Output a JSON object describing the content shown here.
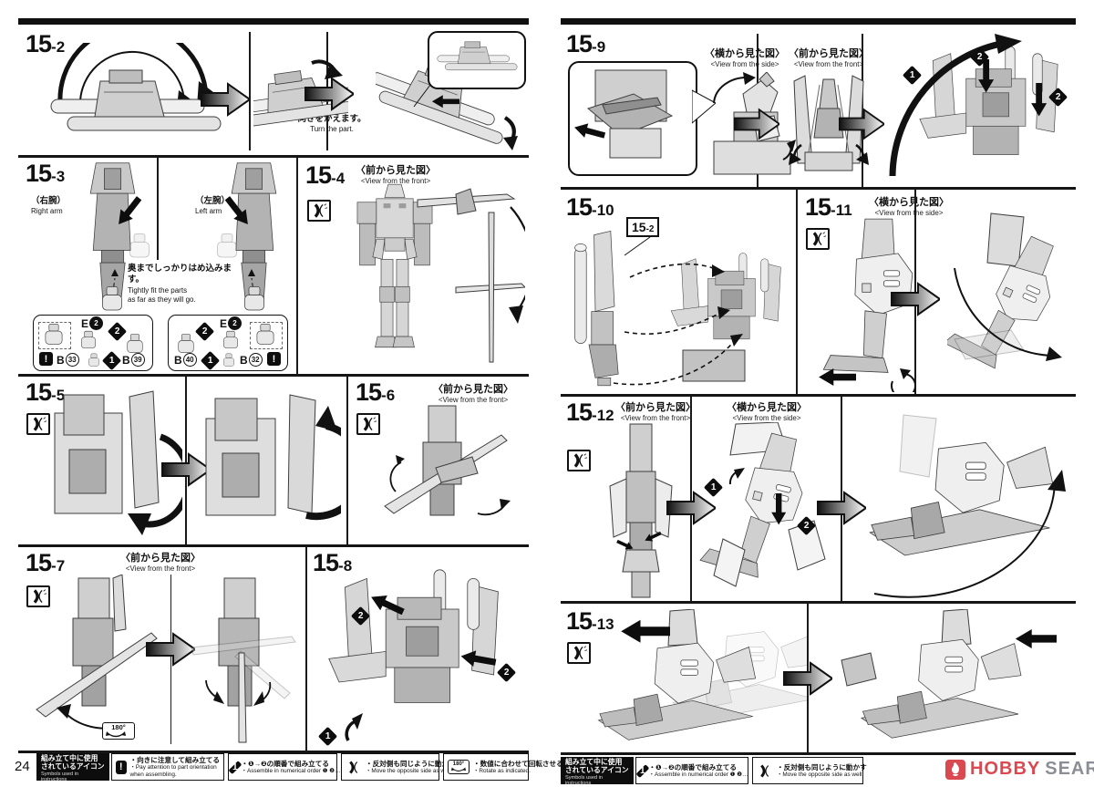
{
  "page": {
    "number": "24"
  },
  "icons": {
    "caution": "!"
  },
  "views": {
    "front_jp": "〈前から見た図〉",
    "front_en": "<View from the front>",
    "side_jp": "〈横から見た図〉",
    "side_en": "<View from the side>"
  },
  "steps": {
    "s2": {
      "num": "15",
      "sub": "-2",
      "note_jp": "向きをかえます。",
      "note_en": "Turn the part."
    },
    "s3": {
      "num": "15",
      "sub": "-3",
      "right_jp": "（右腕）",
      "right_en": "Right arm",
      "left_jp": "（左腕）",
      "left_en": "Left arm",
      "note_jp": "奥までしっかりはめ込みます。",
      "note_en1": "Tightly fit the parts",
      "note_en2": "as far as they will go.",
      "e_letter": "E",
      "e_num": "2",
      "r_a": "B",
      "r_a_num": "33",
      "r_b": "B",
      "r_b_num": "39",
      "l_a": "B",
      "l_a_num": "40",
      "l_b": "B",
      "l_b_num": "32",
      "o1": "1",
      "o2": "2"
    },
    "s4": {
      "num": "15",
      "sub": "-4"
    },
    "s5": {
      "num": "15",
      "sub": "-5"
    },
    "s6": {
      "num": "15",
      "sub": "-6"
    },
    "s7": {
      "num": "15",
      "sub": "-7",
      "rotate_badge": "180°"
    },
    "s8": {
      "num": "15",
      "sub": "-8",
      "b1": "1",
      "b2": "2"
    },
    "s9": {
      "num": "15",
      "sub": "-9",
      "b1": "1",
      "b2": "2"
    },
    "s10": {
      "num": "15",
      "sub": "-10",
      "ref_num": "15",
      "ref_sub": "-2"
    },
    "s11": {
      "num": "15",
      "sub": "-11"
    },
    "s12": {
      "num": "15",
      "sub": "-12",
      "b1": "1",
      "b2": "2"
    },
    "s13": {
      "num": "15",
      "sub": "-13"
    }
  },
  "legend": {
    "title_jp1": "組み立て中に使用",
    "title_jp2": "されているアイコン",
    "title_en": "Symbols used in instructions",
    "icon_num": "1",
    "rotate_icon_label": "180°",
    "items": [
      {
        "jp": "・向きに注意して組み立てる",
        "en1": "・Pay attention to part orientation",
        "en2": "  when assembling."
      },
      {
        "jp": "・❶→❷の順番で組み立てる",
        "en1": "・Assemble in numerical order ❶ ❷…",
        "en2": ""
      },
      {
        "jp": "・反対側も同じように動かす",
        "en1": "・Move the opposite side as well.",
        "en2": ""
      },
      {
        "jp": "・数値に合わせて回転させる",
        "en1": "・Rotate as indicated.",
        "en2": ""
      }
    ]
  },
  "logo": {
    "word1": "HOBBY",
    "word2": "SEARCH",
    "word1_color": "#d9494f",
    "word2_color": "#8a8f96"
  }
}
